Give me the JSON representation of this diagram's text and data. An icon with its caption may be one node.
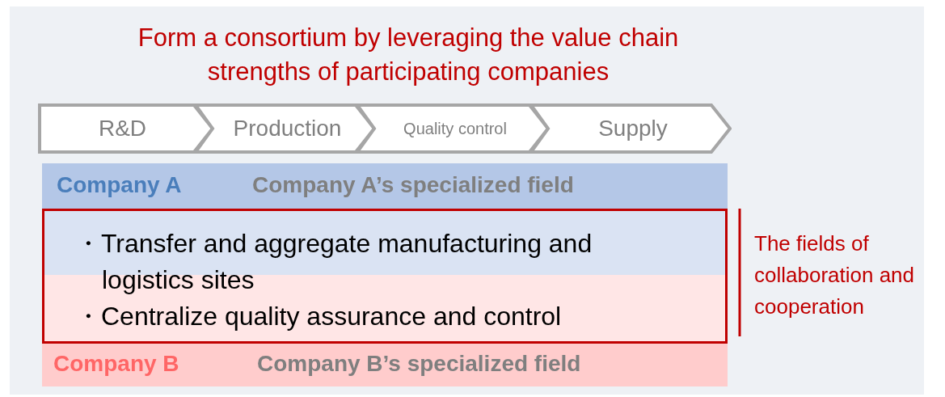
{
  "diagram": {
    "title": "Form a consortium by leveraging the value chain strengths of participating companies",
    "nodes": [
      {
        "text": [
          "R&D"
        ]
      },
      {
        "text": [
          "Production"
        ]
      },
      {
        "text": [
          "Quality control"
        ]
      },
      {
        "text": [
          "Supply"
        ]
      },
      {
        "text": [
          "Company A",
          "Company A’s specialized field"
        ]
      },
      {
        "text": [
          "・Transfer and aggregate manufacturing and logistics sites",
          "・Centralize quality assurance and control"
        ],
        "beside": [
          "The fields of collaboration and cooperation"
        ]
      },
      {
        "text": [
          "Company B",
          "Company B’s specialized field"
        ]
      }
    ]
  }
}
